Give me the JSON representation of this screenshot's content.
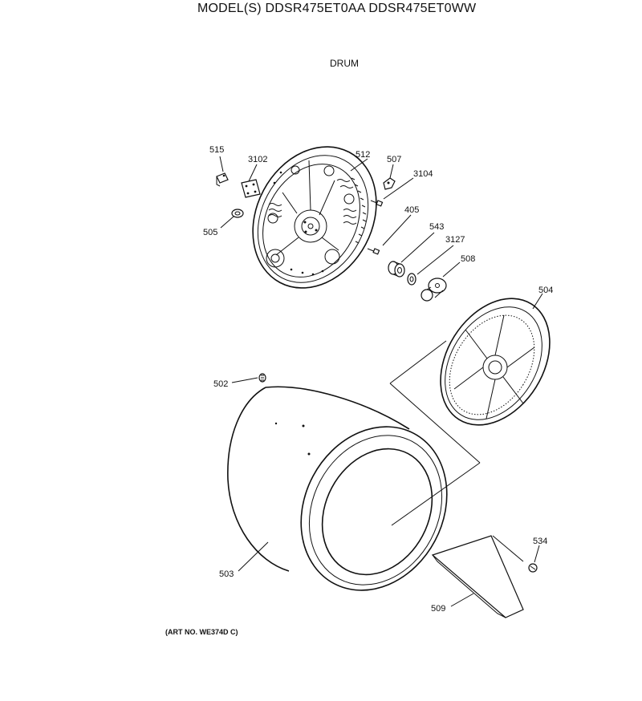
{
  "header": {
    "model_line": "MODEL(S) DDSR475ET0AA  DDSR475ET0WW",
    "section_title": "DRUM"
  },
  "footer": {
    "art_number": "(ART NO. WE374D C)"
  },
  "parts": [
    {
      "id": "515"
    },
    {
      "id": "3102"
    },
    {
      "id": "512"
    },
    {
      "id": "507"
    },
    {
      "id": "3104"
    },
    {
      "id": "505"
    },
    {
      "id": "405"
    },
    {
      "id": "543"
    },
    {
      "id": "3127"
    },
    {
      "id": "508"
    },
    {
      "id": "504"
    },
    {
      "id": "502"
    },
    {
      "id": "503"
    },
    {
      "id": "534"
    },
    {
      "id": "509"
    }
  ]
}
